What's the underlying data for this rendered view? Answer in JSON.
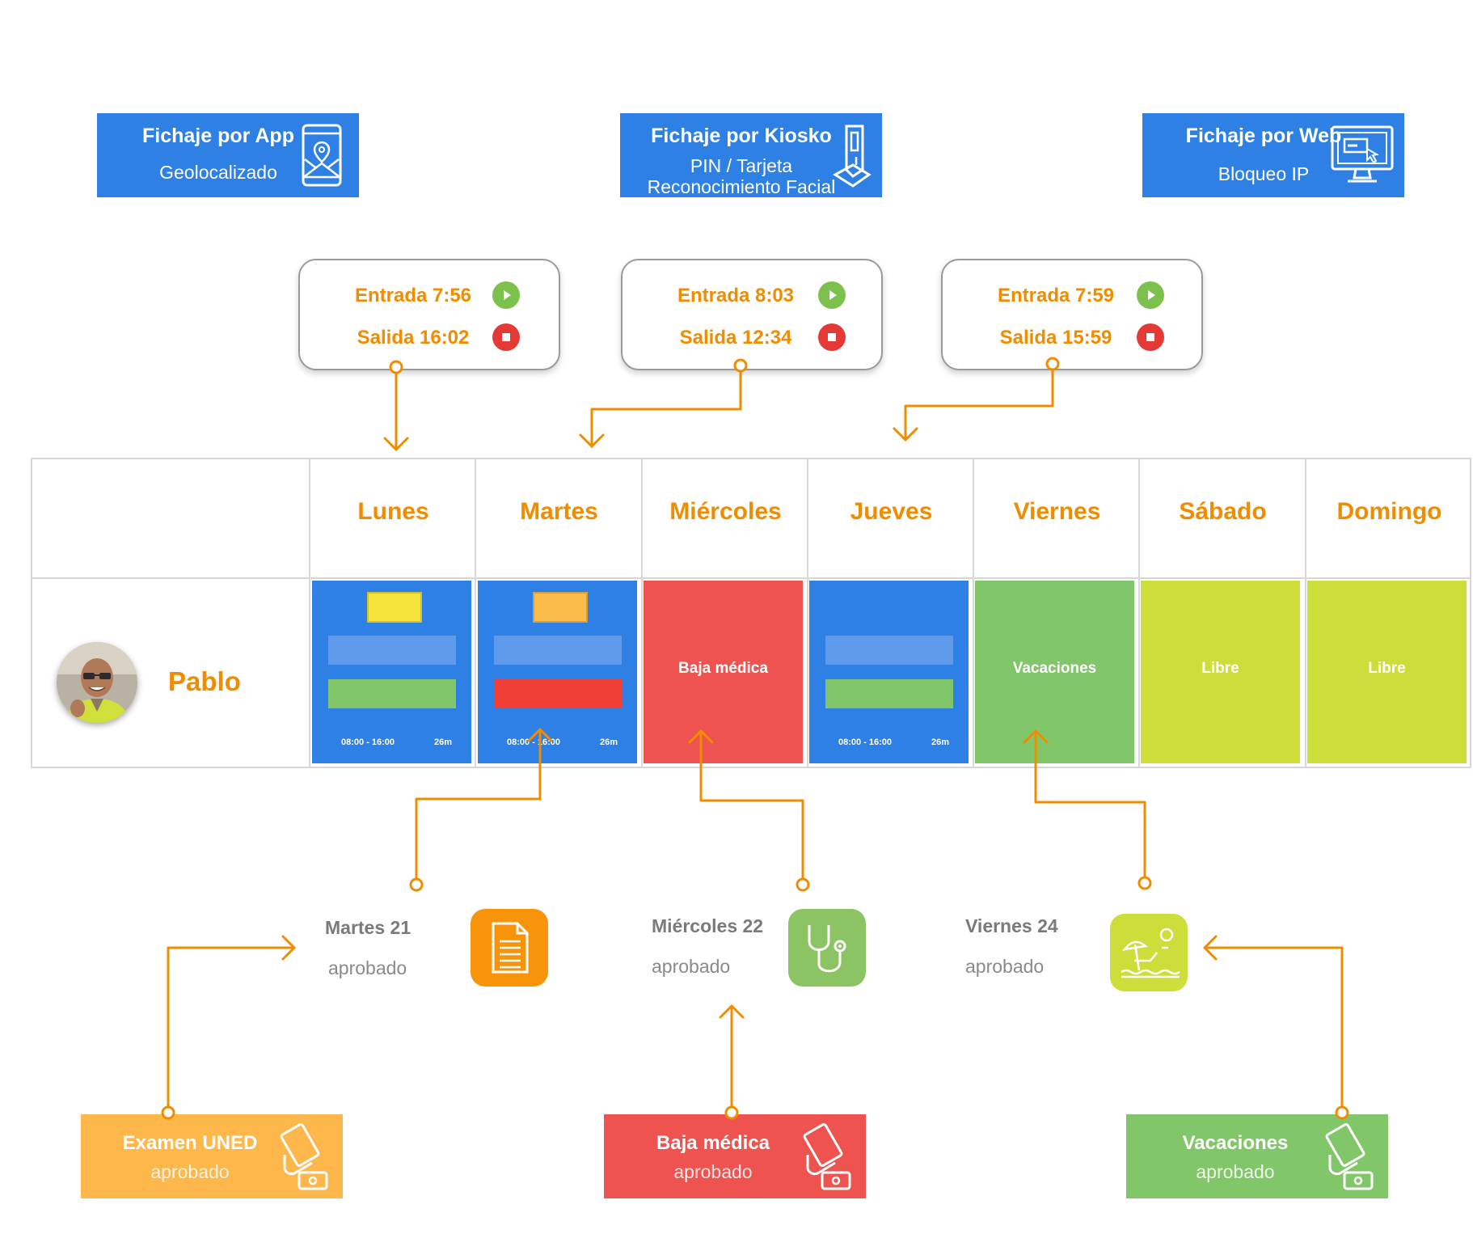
{
  "colors": {
    "blue": "#2f80e4",
    "orange": "#f08c00",
    "red": "#ef5350",
    "green": "#82c66a",
    "lime": "#cddd39",
    "yellow_box": "#fdb74a"
  },
  "methods": [
    {
      "title": "Fichaje por App",
      "subtitle": "Geolocalizado",
      "icon": "phone-location-icon"
    },
    {
      "title": "Fichaje por Kiosko",
      "subtitle": "PIN / Tarjeta",
      "subtitle2": "Reconocimiento Facial",
      "icon": "kiosk-icon"
    },
    {
      "title": "Fichaje por Web",
      "subtitle": "Bloqueo IP",
      "icon": "desktop-icon"
    }
  ],
  "punches": [
    {
      "entrada": "Entrada 7:56",
      "salida": "Salida 16:02"
    },
    {
      "entrada": "Entrada 8:03",
      "salida": "Salida 12:34"
    },
    {
      "entrada": "Entrada 7:59",
      "salida": "Salida 15:59"
    }
  ],
  "days": [
    "Lunes",
    "Martes",
    "Miércoles",
    "Jueves",
    "Viernes",
    "Sábado",
    "Domingo"
  ],
  "employee": {
    "name": "Pablo"
  },
  "shifts": [
    {
      "hours": "08:00 - 16:00",
      "duration": "26m"
    },
    {
      "hours": "08:00 - 16:00",
      "duration": "26m"
    },
    {
      "label": "Baja médica"
    },
    {
      "hours": "08:00 - 16:00",
      "duration": "26m"
    },
    {
      "label": "Vacaciones"
    },
    {
      "label": "Libre"
    },
    {
      "label": "Libre"
    }
  ],
  "requests": [
    {
      "date": "Martes 21",
      "status": "aprobado",
      "icon": "document-icon"
    },
    {
      "date": "Miércoles 22",
      "status": "aprobado",
      "icon": "stethoscope-icon"
    },
    {
      "date": "Viernes 24",
      "status": "aprobado",
      "icon": "beach-icon"
    }
  ],
  "absences": [
    {
      "title": "Examen UNED",
      "status": "aprobado",
      "icon": "hand-card-icon"
    },
    {
      "title": "Baja médica",
      "status": "aprobado",
      "icon": "hand-card-icon"
    },
    {
      "title": "Vacaciones",
      "status": "aprobado",
      "icon": "hand-card-icon"
    }
  ]
}
